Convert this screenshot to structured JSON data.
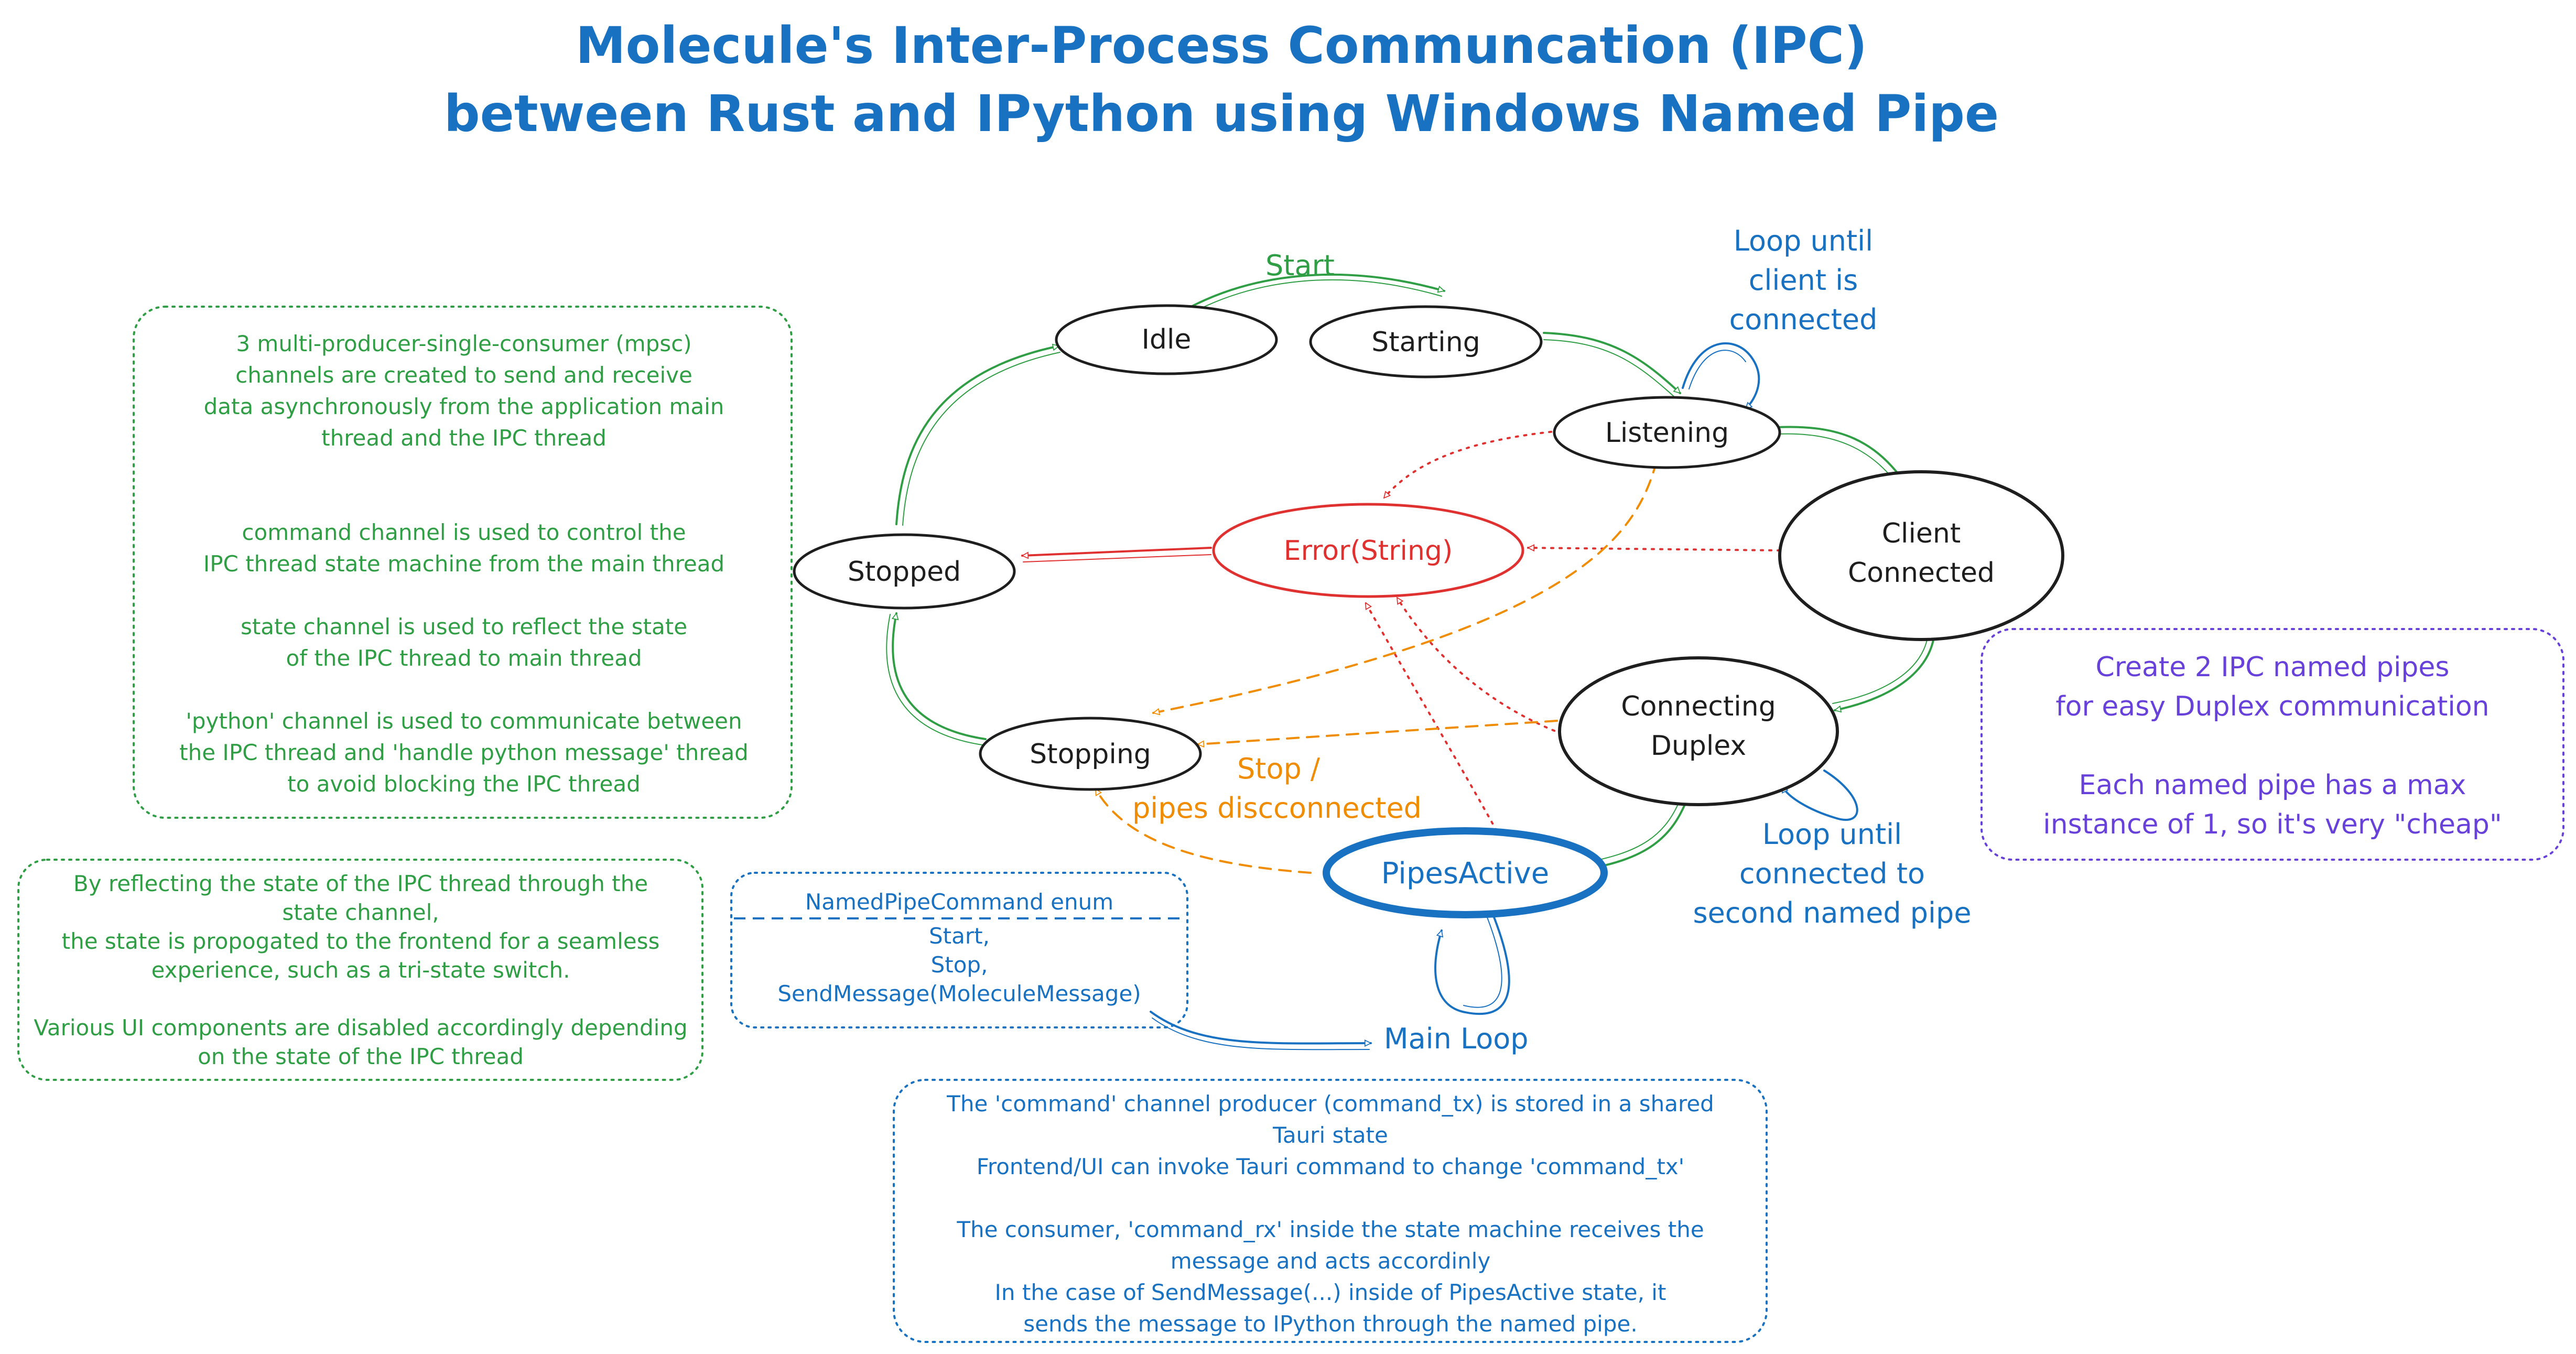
{
  "title": {
    "line1": "Molecule's Inter-Process Communcation (IPC)",
    "line2": "between Rust and IPython using Windows Named Pipe"
  },
  "states": {
    "idle": "Idle",
    "starting": "Starting",
    "listening": "Listening",
    "client_connected": [
      "Client",
      "Connected"
    ],
    "connecting_duplex": [
      "Connecting",
      "Duplex"
    ],
    "pipes_active": "PipesActive",
    "error": "Error(String)",
    "stopped": "Stopped",
    "stopping": "Stopping"
  },
  "edge_labels": {
    "start": "Start",
    "loop_listening": [
      "Loop until",
      "client is",
      "connected"
    ],
    "loop_duplex": [
      "Loop until",
      "connected to",
      "second named pipe"
    ],
    "stop": [
      "Stop /",
      "pipes discconnected"
    ],
    "main_loop": "Main Loop"
  },
  "notes": {
    "mpsc": [
      "3 multi-producer-single-consumer (mpsc)",
      "channels are created to send and receive",
      "data asynchronously from the application main",
      "thread and the IPC thread",
      "",
      "",
      "command channel is used to control the",
      "IPC thread state machine from the main thread",
      "",
      "state channel is used to reflect the state",
      "of the IPC thread to main thread",
      "",
      "'python' channel is used to communicate between",
      "the IPC thread and 'handle python message' thread",
      "to avoid blocking the IPC thread"
    ],
    "frontend": [
      "By reflecting the state of the IPC thread through the",
      "state channel,",
      "the state is propogated to the frontend for a seamless",
      "experience, such as a tri-state switch.",
      "",
      "Various UI components are disabled accordingly depending",
      "on the state of the IPC thread"
    ],
    "enum_title": "NamedPipeCommand enum",
    "enum_items": [
      "Start,",
      "Stop,",
      "SendMessage(MoleculeMessage)"
    ],
    "command": [
      "The 'command' channel producer (command_tx) is stored in a shared",
      "Tauri state",
      "Frontend/UI can invoke Tauri command to change 'command_tx'",
      "",
      "The consumer, 'command_rx' inside the state machine receives the",
      "message and acts accordinly",
      "In the case of SendMessage(...) inside of PipesActive state, it",
      "sends the message to IPython through the named pipe."
    ],
    "pipes": [
      "Create 2 IPC named pipes",
      "for easy Duplex communication",
      "",
      "Each named pipe has a max",
      "instance of 1, so it's very \"cheap\""
    ]
  },
  "colors": {
    "green": "#2f9e44",
    "blue": "#1971c2",
    "red": "#e03131",
    "orange": "#f08c00",
    "purple": "#6741d9",
    "black": "#1e1e1e"
  }
}
